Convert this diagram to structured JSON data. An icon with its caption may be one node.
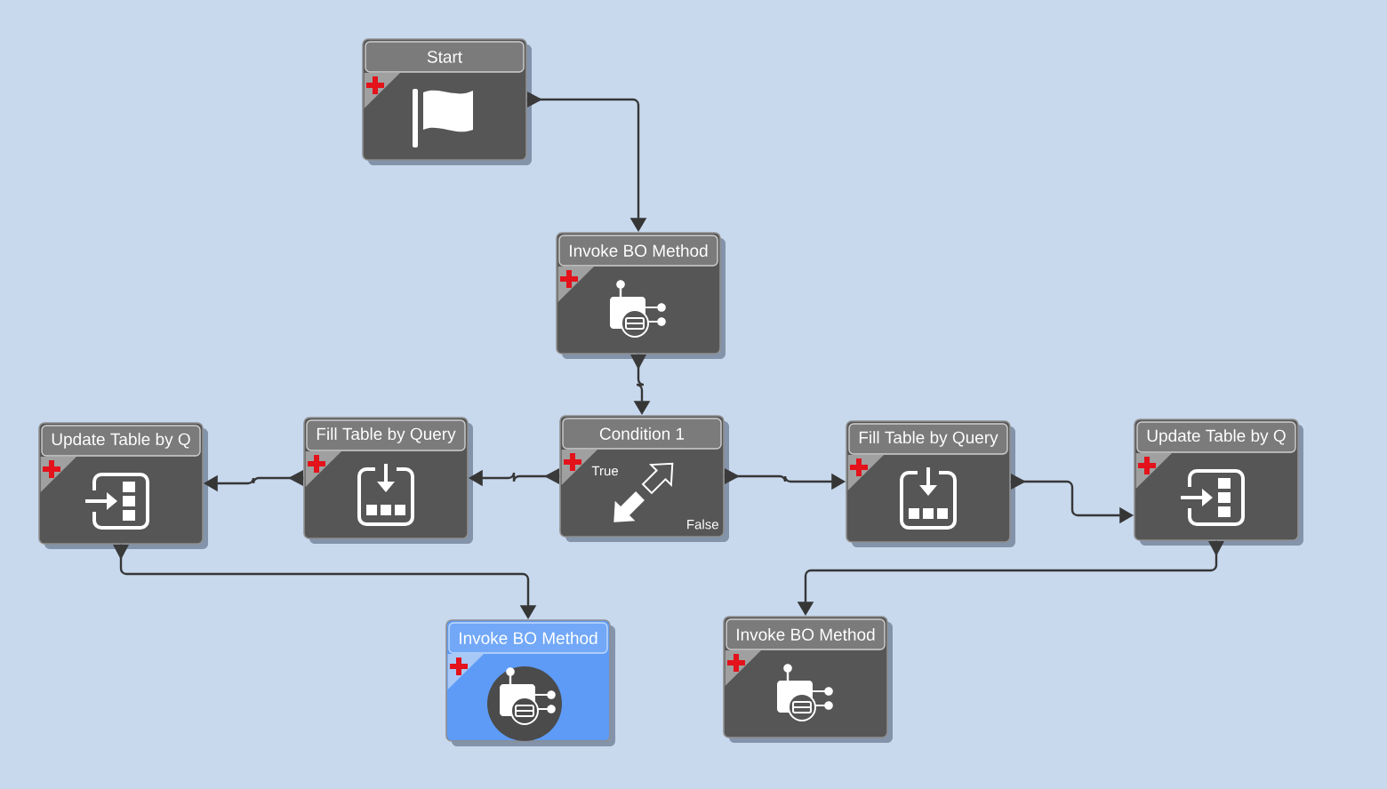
{
  "diagram": {
    "nodes": [
      {
        "text": [
          "Start"
        ]
      },
      {
        "text": [
          "Invoke BO Method"
        ]
      },
      {
        "text": [
          "Update Table by Q"
        ]
      },
      {
        "text": [
          "Fill Table by Query"
        ]
      },
      {
        "text": [
          "Condition 1",
          "True",
          "False"
        ]
      },
      {
        "text": [
          "Fill Table by Query"
        ]
      },
      {
        "text": [
          "Update Table by Q"
        ]
      },
      {
        "text": [
          "Invoke BO Method"
        ]
      },
      {
        "text": [
          "Invoke BO Method"
        ]
      }
    ],
    "edges": [
      {
        "from": 0,
        "to": 1,
        "arrow": "to"
      },
      {
        "from": 1,
        "to": 4,
        "arrow": "to"
      },
      {
        "from": 4,
        "to": 3,
        "arrow": "to"
      },
      {
        "from": 3,
        "to": 2,
        "arrow": "to"
      },
      {
        "from": 4,
        "to": 5,
        "arrow": "to"
      },
      {
        "from": 5,
        "to": 6,
        "arrow": "to"
      },
      {
        "from": 2,
        "to": 7,
        "arrow": "to"
      },
      {
        "from": 6,
        "to": 8,
        "arrow": "to"
      }
    ]
  }
}
